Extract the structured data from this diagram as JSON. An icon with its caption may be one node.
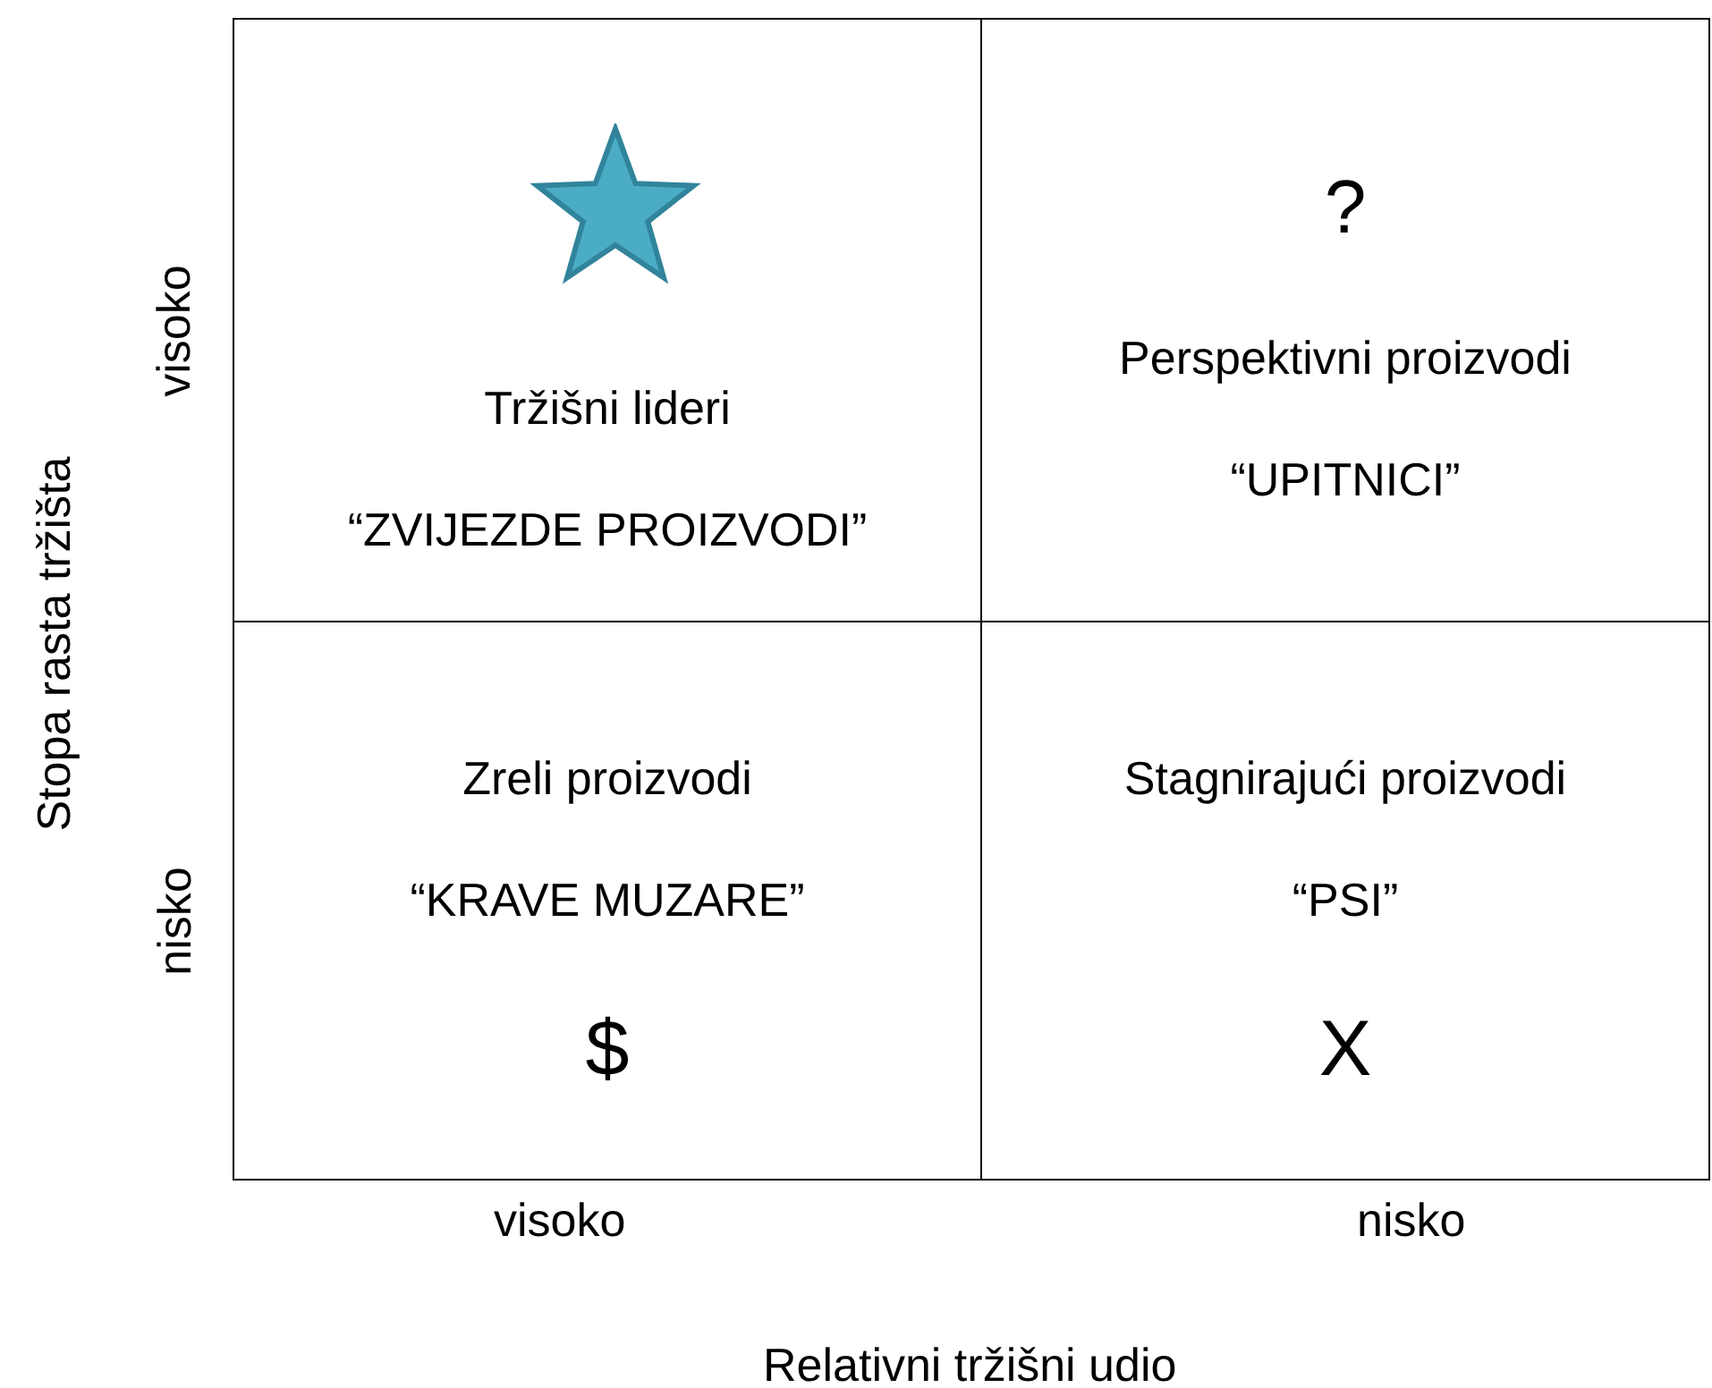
{
  "diagram": {
    "nodes": [
      {
        "text": [
          "Tržišni lideri",
          "“ZVIJEZDE PROIZVODI”"
        ]
      },
      {
        "text": [
          "?",
          "Perspektivni proizvodi",
          "“UPITNICI”"
        ]
      },
      {
        "text": [
          "Zreli proizvodi",
          "“KRAVE MUZARE”",
          "$"
        ]
      },
      {
        "text": [
          "Stagnirajući proizvodi",
          "“PSI”",
          "X"
        ]
      }
    ],
    "labels": [
      "Stopa rasta tržišta",
      "visoko",
      "nisko",
      "visoko",
      "nisko",
      "Relativni tržišni udio"
    ]
  }
}
